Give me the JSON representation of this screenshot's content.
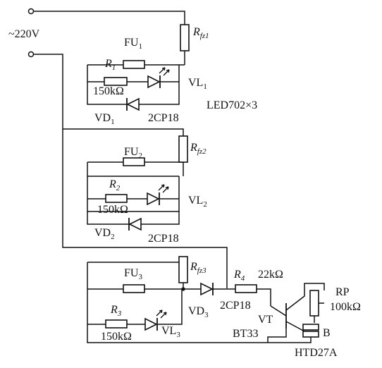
{
  "labels": {
    "supply": "~220V",
    "fu1": "FU",
    "fu1_sub": "1",
    "rfz1": "R",
    "rfz1_sub": "fz1",
    "r1": "R",
    "r1_sub": "1",
    "r1_val": "150kΩ",
    "vl1": "VL",
    "vl1_sub": "1",
    "vd1": "VD",
    "vd1_sub": "1",
    "vd1_type": "2CP18",
    "led_note": "LED702×3",
    "fu2": "FU",
    "fu2_sub": "2",
    "rfz2": "R",
    "rfz2_sub": "fz2",
    "r2": "R",
    "r2_sub": "2",
    "r2_val": "150kΩ",
    "vl2": "VL",
    "vl2_sub": "2",
    "vd2": "VD",
    "vd2_sub": "2",
    "vd2_type": "2CP18",
    "fu3": "FU",
    "fu3_sub": "3",
    "rfz3": "R",
    "rfz3_sub": "fz3",
    "r3": "R",
    "r3_sub": "3",
    "r3_val": "150kΩ",
    "vl3": "VL",
    "vl3_sub": "3",
    "vd3": "VD",
    "vd3_sub": "3",
    "vd3_type": "2CP18",
    "r4": "R",
    "r4_sub": "4",
    "r4_val": "22kΩ",
    "rp": "RP",
    "rp_val": "100kΩ",
    "vt": "VT",
    "vt_type": "BT33",
    "b": "B",
    "b_type": "HTD27A"
  }
}
